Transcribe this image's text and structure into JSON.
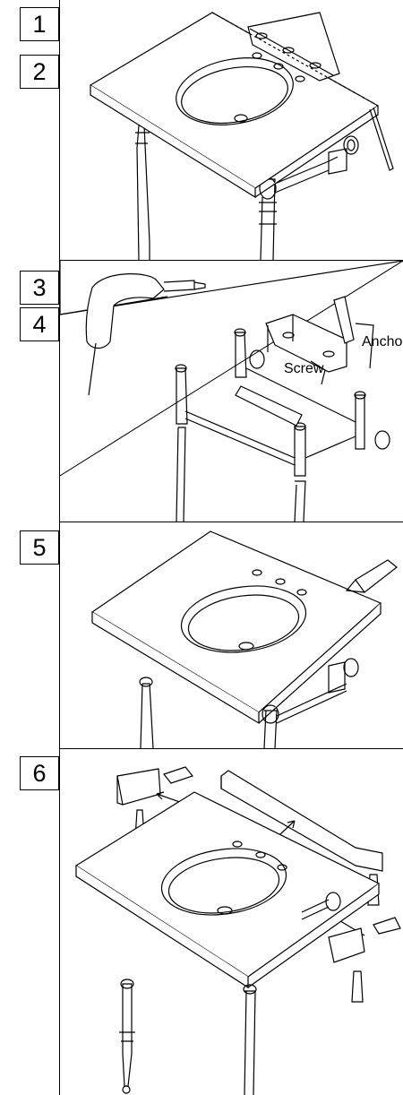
{
  "steps": [
    {
      "number": "1"
    },
    {
      "number": "2"
    },
    {
      "number": "3"
    },
    {
      "number": "4"
    },
    {
      "number": "5"
    },
    {
      "number": "6"
    }
  ],
  "labels": {
    "anchor": "Ancho",
    "screw": "Screw"
  }
}
